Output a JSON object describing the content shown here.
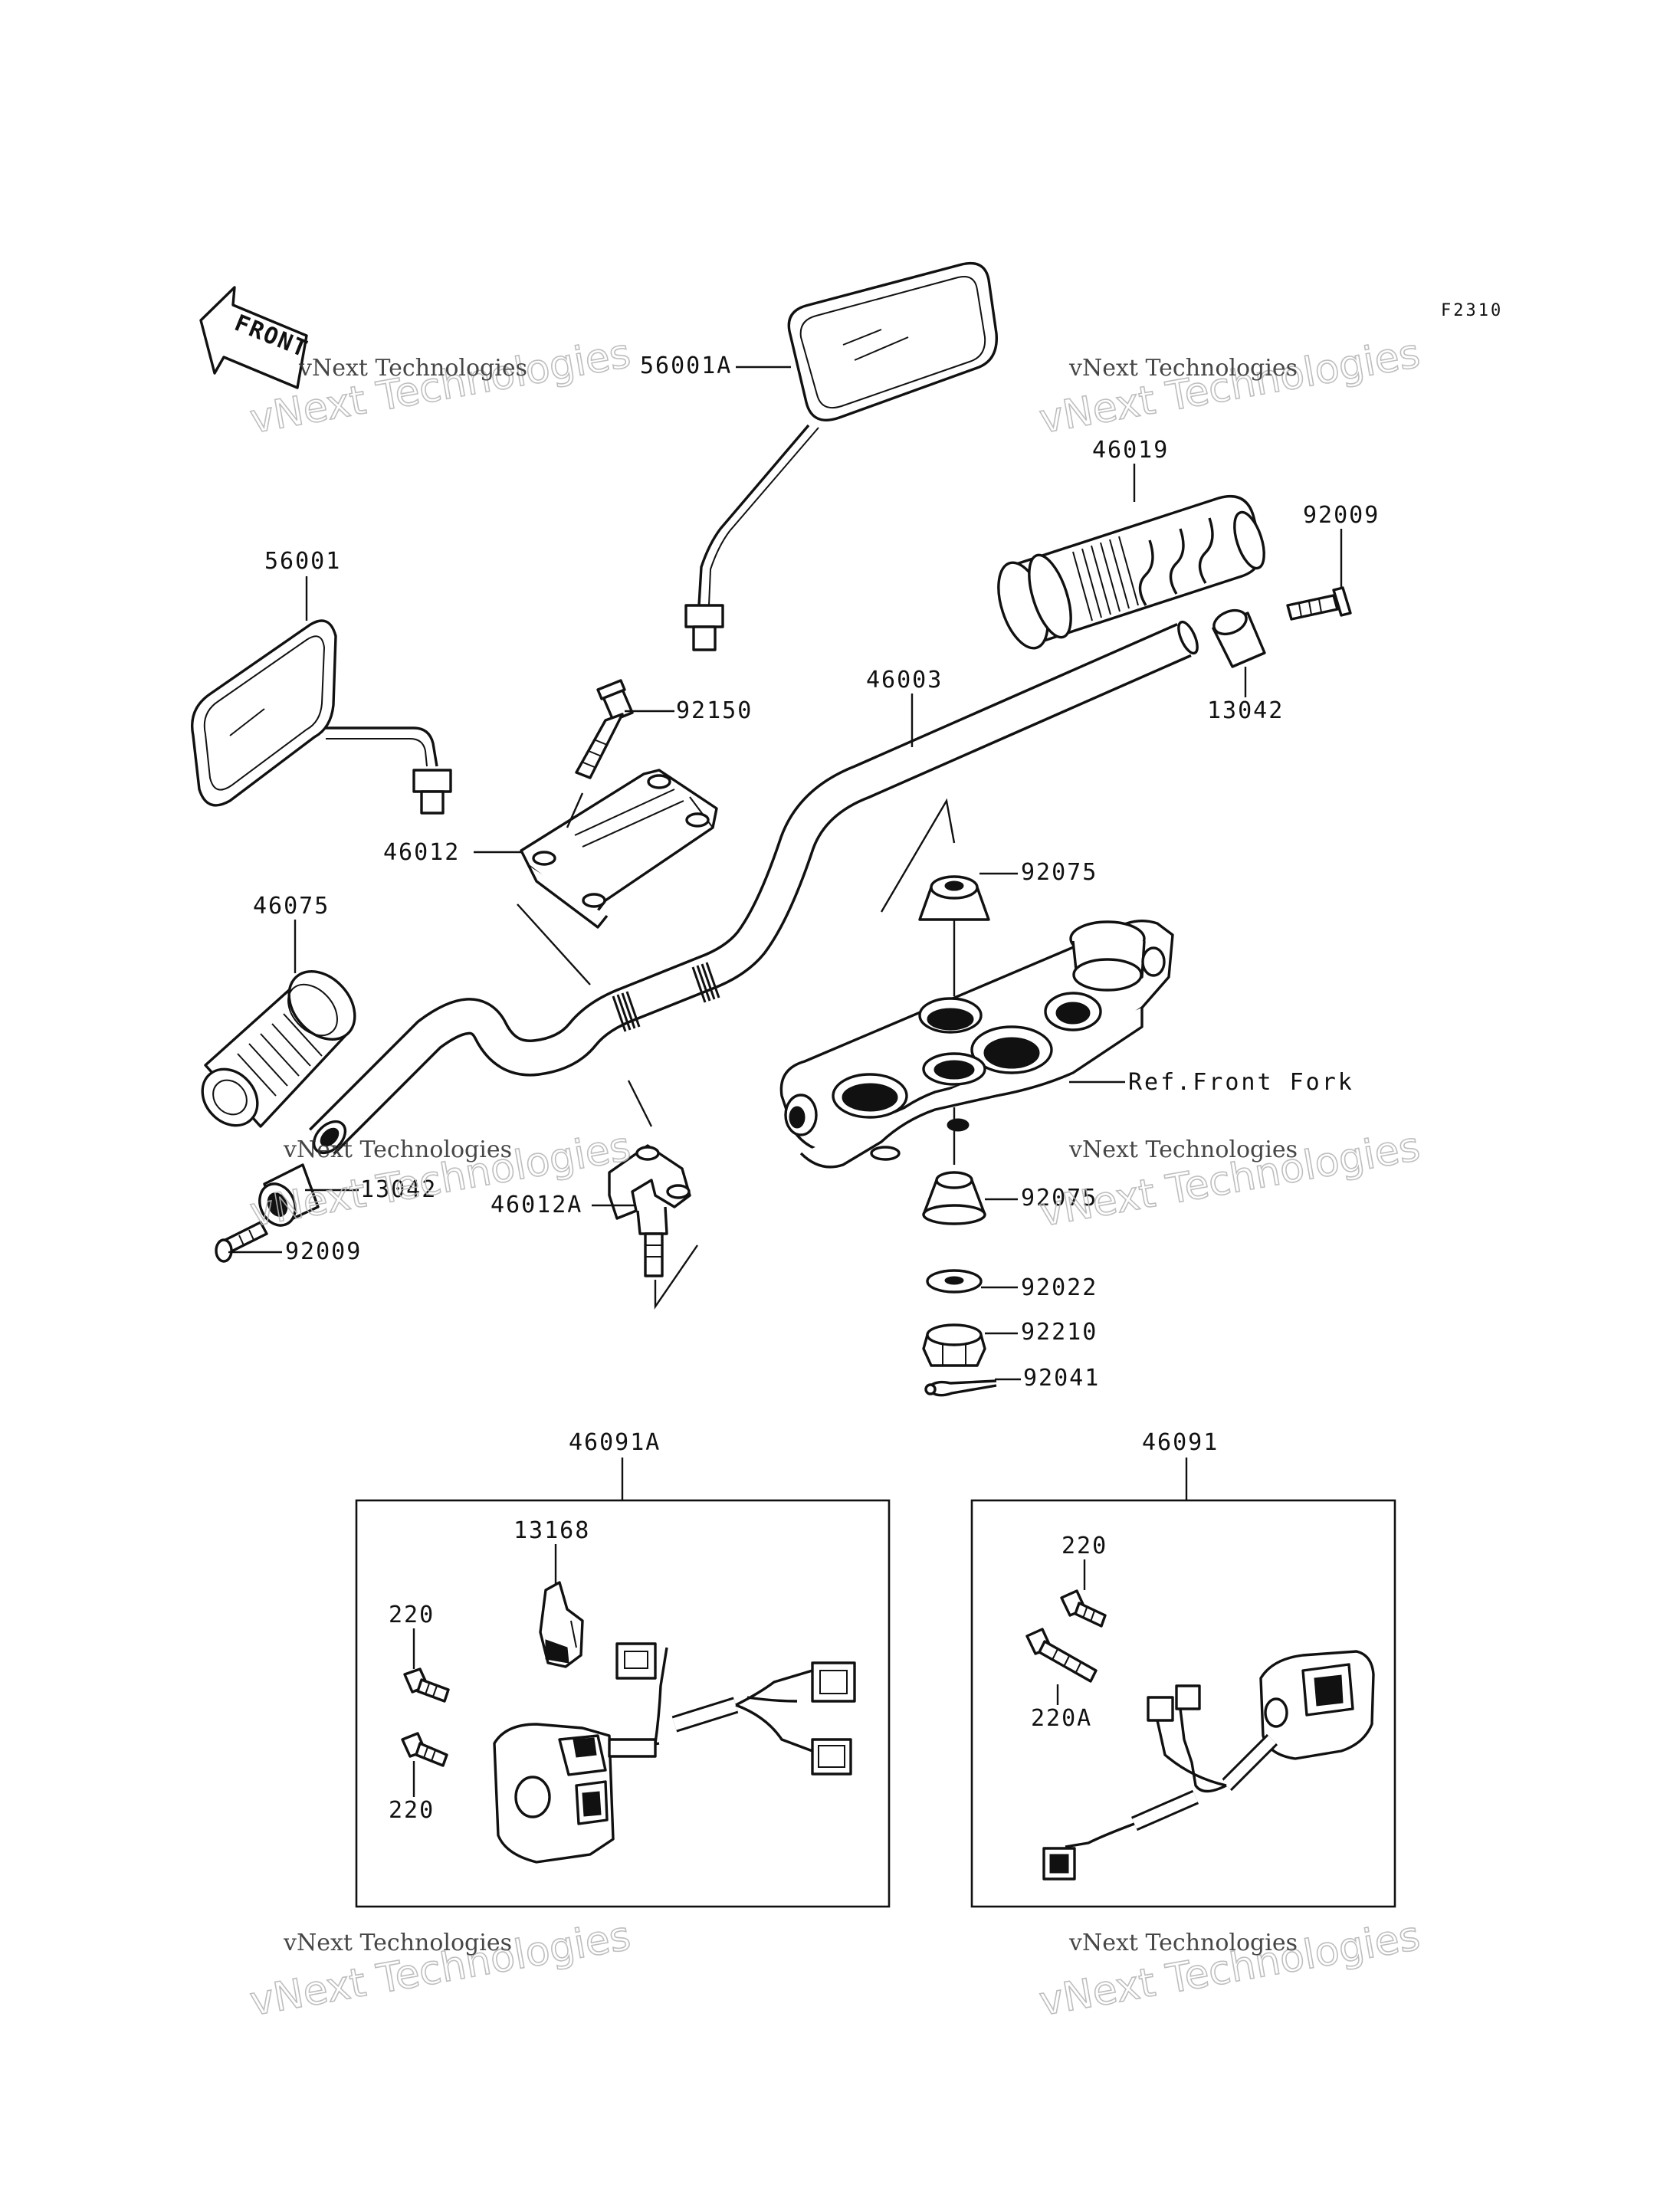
{
  "diagram_code": "F2310",
  "front_arrow_label": "FRONT",
  "reference_label": "Ref.Front Fork",
  "watermark": {
    "line1": "vNext Technologies",
    "line2_outline": "vNext Technologies"
  },
  "parts": {
    "p56001A": "56001A",
    "p56001": "56001",
    "p46019": "46019",
    "p92009_right": "92009",
    "p46003": "46003",
    "p92150": "92150",
    "p13042_right": "13042",
    "p46012": "46012",
    "p92075_top": "92075",
    "p46075": "46075",
    "p13042_left": "13042",
    "p46012A": "46012A",
    "p92009_left": "92009",
    "p92075_bottom": "92075",
    "p92022": "92022",
    "p92210": "92210",
    "p92041": "92041",
    "p46091A": "46091A",
    "p46091": "46091",
    "p13168": "13168",
    "p220_a": "220",
    "p220_b": "220",
    "p220_c": "220",
    "p220A": "220A"
  }
}
